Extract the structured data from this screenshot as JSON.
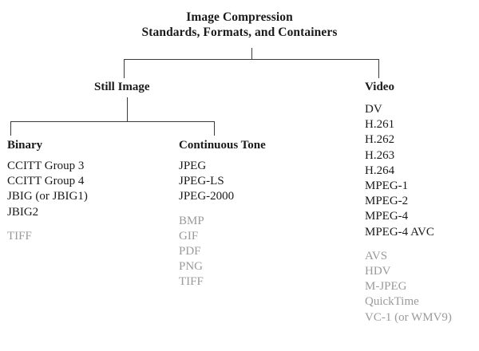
{
  "title": {
    "line1": "Image Compression",
    "line2": "Standards, Formats, and Containers"
  },
  "colors": {
    "background": "#ffffff",
    "text_primary": "#1a1a1a",
    "text_muted": "#9a9a9a",
    "connector": "#3a3a36"
  },
  "branches": {
    "still_image": {
      "label": "Still Image",
      "children": {
        "binary": {
          "label": "Binary",
          "standards": [
            "CCITT Group 3",
            "CCITT Group 4",
            "JBIG (or JBIG1)",
            "JBIG2"
          ],
          "containers": [
            "TIFF"
          ]
        },
        "continuous_tone": {
          "label": "Continuous Tone",
          "standards": [
            "JPEG",
            "JPEG-LS",
            "JPEG-2000"
          ],
          "containers": [
            "BMP",
            "GIF",
            "PDF",
            "PNG",
            "TIFF"
          ]
        }
      }
    },
    "video": {
      "label": "Video",
      "standards": [
        "DV",
        "H.261",
        "H.262",
        "H.263",
        "H.264",
        "MPEG-1",
        "MPEG-2",
        "MPEG-4",
        "MPEG-4 AVC"
      ],
      "containers": [
        "AVS",
        "HDV",
        "M-JPEG",
        "QuickTime",
        "VC-1 (or WMV9)"
      ]
    }
  }
}
